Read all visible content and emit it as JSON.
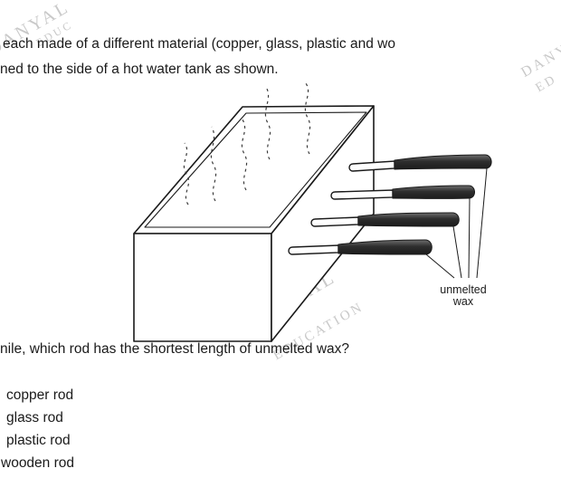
{
  "question": {
    "line1": "each made of a different material (copper, glass, plastic and wo",
    "line2": "ned to the side of a hot water tank as shown.",
    "prompt": "nile, which rod has the shortest length of unmelted wax?"
  },
  "figure": {
    "label_line1": "unmelted",
    "label_line2": "wax"
  },
  "options": [
    "copper rod",
    "glass rod",
    "plastic rod",
    "wooden rod"
  ],
  "watermarks": {
    "danyal": "DANYAL",
    "education": "EDUCATION",
    "edu_short": "ED",
    "edu_corner": "EDUC"
  }
}
